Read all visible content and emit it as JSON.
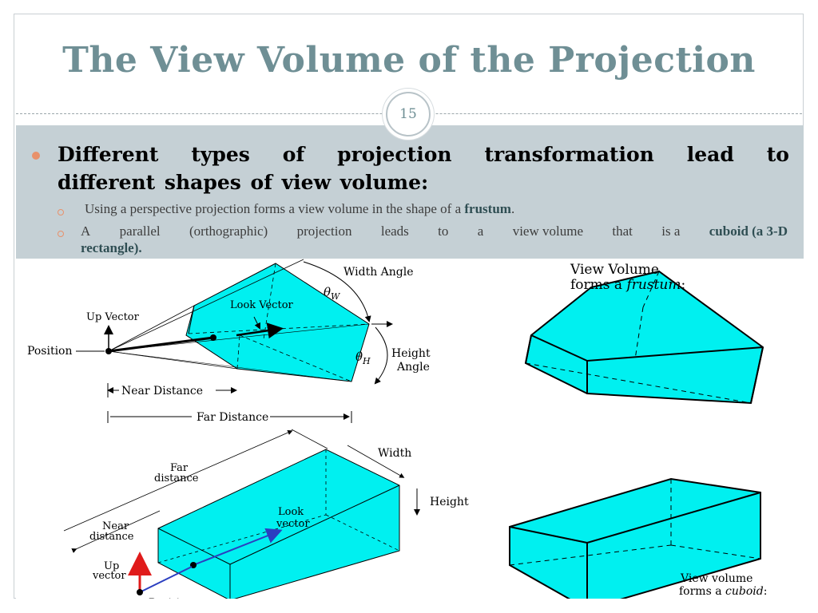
{
  "slide": {
    "title": "The View Volume of the Projection",
    "page_number": "15"
  },
  "bullets": {
    "main": {
      "line1_words": [
        "Different",
        "types",
        "of",
        "projection",
        "transformation",
        "lead",
        "to"
      ],
      "line2": "different shapes of view volume:"
    },
    "sub1": {
      "text": "Using a perspective projection forms a view volume in the shape of a ",
      "bold": "frustum",
      "end": "."
    },
    "sub2": {
      "line1_words": [
        "A",
        "parallel",
        "(orthographic)",
        "projection",
        "leads",
        "to",
        "a",
        "view volume",
        "that",
        "is a"
      ],
      "bold_end": "cuboid (a 3-D",
      "line2_bold": "rectangle)."
    }
  },
  "figures": {
    "perspective": {
      "width_angle": "Width Angle",
      "theta_w": "θ",
      "theta_w_sub": "W",
      "look_vector": "Look Vector",
      "up_vector": "Up Vector",
      "position": "Position",
      "theta_h": "θ",
      "theta_h_sub": "H",
      "height": "Height",
      "angle": "Angle",
      "near_distance": "Near Distance",
      "far_distance": "Far Distance"
    },
    "frustum_caption": {
      "line1": "View Volume",
      "line2_prefix": "forms a ",
      "line2_italic": "frustum",
      "line2_suffix": ":"
    },
    "parallel": {
      "far": "Far",
      "distance_far": "distance",
      "width": "Width",
      "height": "Height",
      "look": "Look",
      "vector_look": "vector",
      "near": "Near",
      "distance_near": "distance",
      "up": "Up",
      "vector_up": "vector",
      "position": "Position"
    },
    "cuboid_caption": {
      "line1": "View volume",
      "line2_prefix": "forms a ",
      "line2_italic": "cuboid",
      "line2_suffix": ":"
    }
  },
  "colors": {
    "title": "#6f8f95",
    "accent": "#e8916b",
    "band": "#c5d0d5",
    "volume_fill": "#00f0f0",
    "up_vector": "#e01b1b",
    "look_vector": "#2b3fc0"
  }
}
